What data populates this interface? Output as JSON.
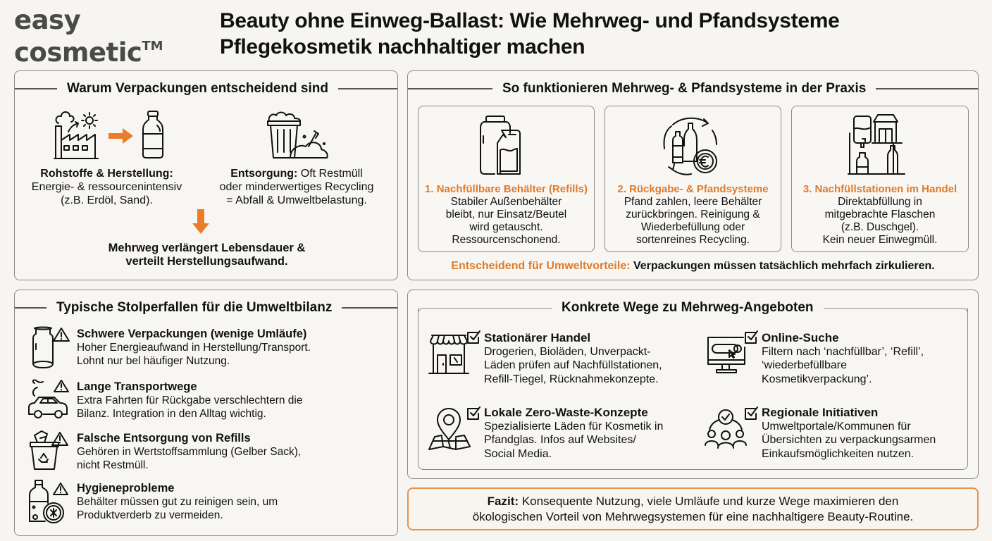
{
  "header": {
    "logo_line1": "easy",
    "logo_line2": "cosmetic",
    "logo_mark": "TM",
    "title_line1": "Beauty ohne Einweg-Ballast: Wie Mehrweg- und Pfandsysteme",
    "title_line2": "Pflegekosmetik nachhaltiger machen"
  },
  "colors": {
    "accent": "#e07a2a",
    "text": "#111111",
    "logo": "#4a4a4a",
    "background": "#f6f5f1",
    "border": "#8a8a8a"
  },
  "why_packaging": {
    "heading": "Warum Verpackungen entscheidend sind",
    "icons": [
      "factory-icon",
      "arrow-right-icon",
      "bottle-icon",
      "trash-can-icon",
      "arrow-down-icon"
    ],
    "production": {
      "label": "Rohstoffe & Herstellung:",
      "line1": "Energie- & ressourcenintensiv",
      "line2": "(z.B. Erdöl, Sand)."
    },
    "disposal": {
      "label": "Entsorgung:",
      "text1": " Oft Restmüll",
      "line2": "oder minderwertiges Recycling",
      "line3": "= Abfall & Umweltbelastung."
    },
    "conclusion_line1": "Mehrweg verlängert Lebensdauer &",
    "conclusion_line2": "verteilt Herstellungsaufwand."
  },
  "how_it_works": {
    "heading": "So funktionieren Mehrweg- & Pfandsysteme in der Praxis",
    "cards": [
      {
        "icon": "refill-container-icon",
        "title": "1. Nachfüllbare Behälter (Refills)",
        "lines": [
          "Stabiler Außenbehälter",
          "bleibt, nur Einsatz/Beutel",
          "wird getauscht.",
          "Ressourcenschonend."
        ]
      },
      {
        "icon": "deposit-cycle-icon",
        "title": "2. Rückgabe- & Pfandsysteme",
        "lines": [
          "Pfand zahlen, leere Behälter",
          "zurückbringen. Reinigung &",
          "Wiederbefüllung oder",
          "sortenreines Recycling."
        ]
      },
      {
        "icon": "refill-station-icon",
        "title": "3. Nachfüllstationen im Handel",
        "lines": [
          "Direktabfüllung in",
          "mitgebrachte Flaschen",
          "(z.B. Duschgel).",
          "Kein neuer Einwegmüll."
        ]
      }
    ],
    "note_label": "Entscheidend für Umweltvorteile:",
    "note_text": " Verpackungen müssen tatsächlich mehrfach zirkulieren."
  },
  "pitfalls": {
    "heading": "Typische Stolperfallen für die Umweltbilanz",
    "items": [
      {
        "icon": "heavy-jar-warning-icon",
        "title": "Schwere Verpackungen (wenige Umläufe)",
        "lines": [
          "Hoher Energieaufwand in Herstellung/Transport.",
          "Lohnt nur bel häufiger Nutzung."
        ]
      },
      {
        "icon": "car-warning-icon",
        "title": "Lange Transportwege",
        "lines": [
          "Extra Fahrten für Rückgabe verschlechtern die",
          "Bilanz. Integration in den Alltag wichtig."
        ]
      },
      {
        "icon": "recycle-bin-warning-icon",
        "title": "Falsche Entsorgung von Refills",
        "lines": [
          "Gehören in Wertstoffsammlung (Gelber Sack),",
          "nicht Restmüll."
        ]
      },
      {
        "icon": "germ-bottle-warning-icon",
        "title": "Hygieneprobleme",
        "lines": [
          "Behälter müssen gut zu reinigen sein, um",
          "Produktverderb zu vermeiden."
        ]
      }
    ]
  },
  "ways": {
    "heading": "Konkrete Wege zu Mehrweg-Angeboten",
    "items": [
      {
        "icon": "storefront-icon",
        "title": "Stationärer Handel",
        "lines": [
          "Drogerien, Bioläden, Unverpackt-",
          "Läden prüfen auf Nachfüllstationen,",
          "Refill-Tiegel, Rücknahmekonzepte."
        ]
      },
      {
        "icon": "computer-search-icon",
        "title": "Online-Suche",
        "lines": [
          "Filtern nach ‘nachfüllbar’, ‘Refill’,",
          "‘wiederbefüllbare",
          "Kosmetikverpackung’."
        ]
      },
      {
        "icon": "map-pin-icon",
        "title": "Lokale Zero-Waste-Konzepte",
        "lines": [
          "Spezialisierte Läden für Kosmetik in",
          "Pfandglas. Infos auf Websites/",
          "Social Media."
        ]
      },
      {
        "icon": "community-group-icon",
        "title": "Regionale Initiativen",
        "lines": [
          "Umweltportale/Kommunen für",
          "Übersichten zu verpackungsarmen",
          "Einkaufsmöglichkeiten nutzen."
        ]
      }
    ]
  },
  "fazit": {
    "label": "Fazit:",
    "line1": " Konsequente Nutzung, viele Umläufe und kurze Wege maximieren den",
    "line2": "ökologischen Vorteil von Mehrwegsystemen für eine nachhaltigere Beauty-Routine."
  }
}
